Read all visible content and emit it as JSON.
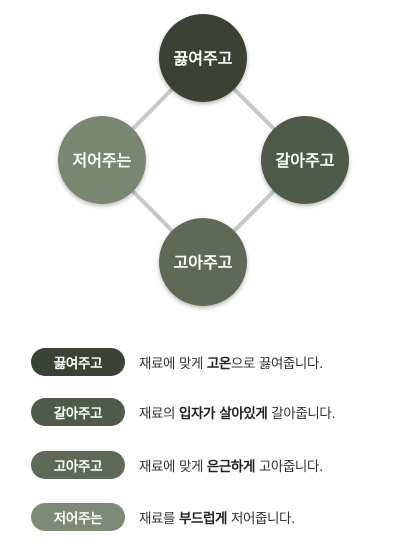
{
  "diagram": {
    "nodes": [
      {
        "id": "top",
        "label": "끓여주고",
        "color": "#3a4336"
      },
      {
        "id": "right",
        "label": "갈아주고",
        "color": "#4f5a48"
      },
      {
        "id": "bottom",
        "label": "고아주고",
        "color": "#5e6957"
      },
      {
        "id": "left",
        "label": "저어주는",
        "color": "#7a866f"
      }
    ],
    "connector_color": "#c8c8c8"
  },
  "legend": [
    {
      "label": "끓여주고",
      "color": "#3a4336",
      "pre": "재료에 맞게 ",
      "bold": "고온",
      "post": "으로 끓여줍니다."
    },
    {
      "label": "갈아주고",
      "color": "#4f5a48",
      "pre": "재료의 ",
      "bold": "입자가 살아있게",
      "post": " 갈아줍니다."
    },
    {
      "label": "고아주고",
      "color": "#5e6957",
      "pre": "재료에 맞게 ",
      "bold": "은근하게",
      "post": " 고아줍니다."
    },
    {
      "label": "저어주는",
      "color": "#7e8a73",
      "pre": "재료를 ",
      "bold": "부드럽게",
      "post": " 저어줍니다."
    }
  ]
}
